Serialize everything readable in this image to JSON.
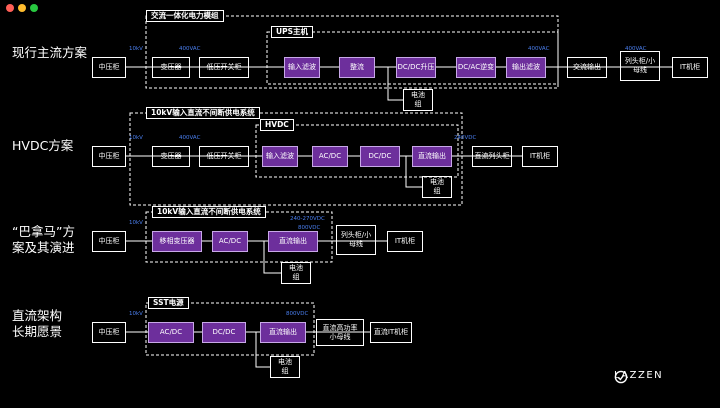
{
  "rows": [
    {
      "label": "现行主流方案",
      "title": "交流一体化电力模组",
      "sub_title": "UPS主机",
      "volts": [
        "10kV",
        "400VAC",
        "400VAC",
        "400VAC"
      ],
      "boxes": [
        "中压柜",
        "变压器",
        "低压开关柜",
        "输入滤波",
        "整流",
        "DC/DC升压",
        "DC/AC逆变",
        "输出滤波",
        "交流输出",
        "列头柜/小母线",
        "IT机柜"
      ],
      "battery": "电池组"
    },
    {
      "label": "HVDC方案",
      "title": "10kV输入直流不间断供电系统",
      "sub_title": "HVDC",
      "volts": [
        "10kV",
        "400VAC",
        "240VDC"
      ],
      "boxes": [
        "中压柜",
        "变压器",
        "低压开关柜",
        "输入滤波",
        "AC/DC",
        "DC/DC",
        "直流输出",
        "直流列头柜",
        "IT机柜"
      ],
      "battery": "电池组"
    },
    {
      "label": "“巴拿马”方案及其演进",
      "title": "10kV输入直流不间断供电系统",
      "volts": [
        "10kV",
        "240-270VDC",
        "800VDC"
      ],
      "boxes": [
        "中压柜",
        "移相变压器",
        "AC/DC",
        "直流输出",
        "列头柜/小母线",
        "IT机柜"
      ],
      "battery": "电池组"
    },
    {
      "label": "直流架构长期愿景",
      "title": "SST电源",
      "volts": [
        "10kV",
        "800VDC"
      ],
      "boxes": [
        "中压柜",
        "AC/DC",
        "DC/DC",
        "直流输出",
        "直流高功率小母线",
        "直流IT机柜"
      ],
      "battery": "电池组"
    }
  ],
  "logo": {
    "text": "LAZZEN",
    "icon": "lazzen-logo-icon"
  },
  "colors": {
    "purple": "#6d2f9c",
    "voltage": "#4a7ff0",
    "window_red": "#ff5f57",
    "window_yellow": "#febc2e",
    "window_green": "#28c840"
  }
}
